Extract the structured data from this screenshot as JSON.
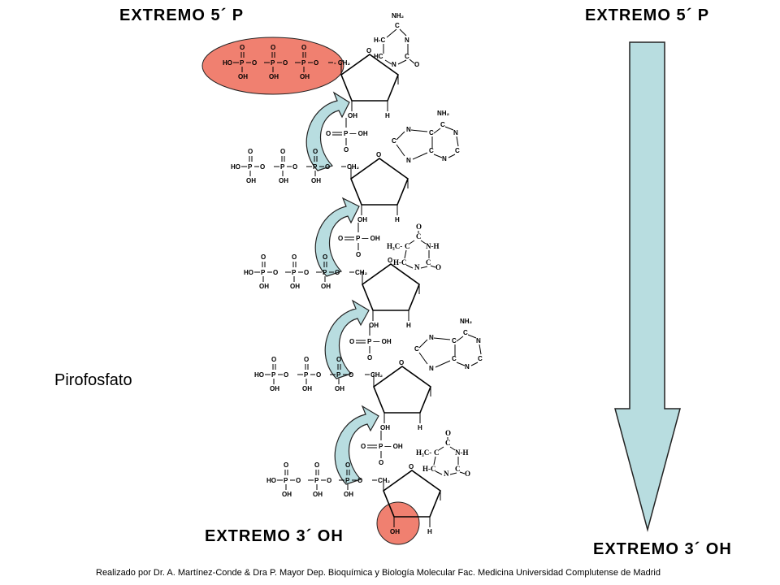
{
  "labels": {
    "top_left": "EXTREMO  5´ P",
    "top_right": "EXTREMO  5´ P",
    "bottom_left": "EXTREMO  3´ OH",
    "bottom_right": "EXTREMO  3´ OH",
    "pyrophosphate": "Pirofosfato",
    "footer": "Realizado  por Dr. A. Martínez-Conde  & Dra P. Mayor Dep. Bioquímica y Biología Molecular Fac. Medicina Universidad Complutense de Madrid"
  },
  "chem": {
    "nh2": "NH₂",
    "n": "N",
    "c": "C",
    "o": "O",
    "h": "H",
    "hc": "HC",
    "hc_dot": "H-C",
    "h3c": "H₃C-",
    "nh": "N-H",
    "oh": "OH",
    "p": "P",
    "ch2": "CH₂",
    "ch2_dash": "- CH₂",
    "ho": "HO",
    "p_oh": "P — OH",
    "o_eq": "O"
  },
  "colors": {
    "highlight": "#f08070",
    "arrow_fill": "#b8dde0",
    "arrow_stroke": "#222222"
  }
}
